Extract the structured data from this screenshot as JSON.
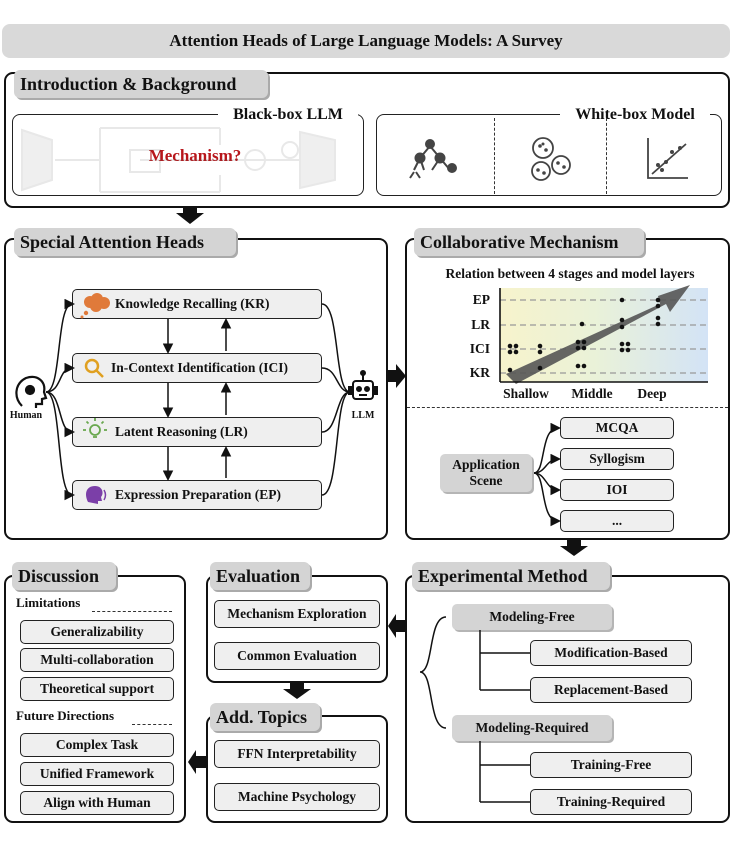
{
  "title": "Attention Heads of Large Language Models: A Survey",
  "intro": {
    "title": "Introduction & Background",
    "blackbox_label": "Black-box LLM",
    "mechanism_label": "Mechanism?",
    "whitebox_label": "White-box Model",
    "whitebox_icons": [
      "tree-icon",
      "cluster-icon",
      "scatter-plot-icon"
    ]
  },
  "special_heads": {
    "title": "Special Attention Heads",
    "human_label": "Human",
    "llm_label": "LLM",
    "heads": [
      {
        "label": "Knowledge Recalling (KR)",
        "icon": "brain-cloud-icon",
        "color": "#e07a3a"
      },
      {
        "label": "In-Context Identification (ICI)",
        "icon": "magnifier-icon",
        "color": "#e0a020"
      },
      {
        "label": "Latent Reasoning (LR)",
        "icon": "lightbulb-icon",
        "color": "#6aa84f"
      },
      {
        "label": "Expression Preparation (EP)",
        "icon": "speaking-head-icon",
        "color": "#7b3fa8"
      }
    ]
  },
  "collab": {
    "title": "Collaborative Mechanism",
    "chart_title": "Relation between 4 stages and model layers",
    "y_labels": [
      "EP",
      "LR",
      "ICI",
      "KR"
    ],
    "x_labels": [
      "Shallow",
      "Middle",
      "Deep"
    ],
    "app_label_line1": "Application",
    "app_label_line2": "Scene",
    "scenes": [
      "MCQA",
      "Syllogism",
      "IOI",
      "..."
    ]
  },
  "chart_data": {
    "type": "scatter",
    "title": "Relation between 4 stages and model layers",
    "categories_y": [
      "KR",
      "ICI",
      "LR",
      "EP"
    ],
    "categories_x": [
      "Shallow",
      "Middle",
      "Deep"
    ],
    "trend": "increasing"
  },
  "discussion": {
    "title": "Discussion",
    "limitations_label": "Limitations",
    "limitations": [
      "Generalizability",
      "Multi-collaboration",
      "Theoretical support"
    ],
    "future_label": "Future Directions",
    "future": [
      "Complex Task",
      "Unified Framework",
      "Align with Human"
    ]
  },
  "evaluation": {
    "title": "Evaluation",
    "items": [
      "Mechanism Exploration",
      "Common Evaluation"
    ]
  },
  "add_topics": {
    "title": "Add. Topics",
    "items": [
      "FFN Interpretability",
      "Machine Psychology"
    ]
  },
  "experimental": {
    "title": "Experimental Method",
    "modeling_free": "Modeling-Free",
    "modeling_free_children": [
      "Modification-Based",
      "Replacement-Based"
    ],
    "modeling_required": "Modeling-Required",
    "modeling_required_children": [
      "Training-Free",
      "Training-Required"
    ]
  }
}
